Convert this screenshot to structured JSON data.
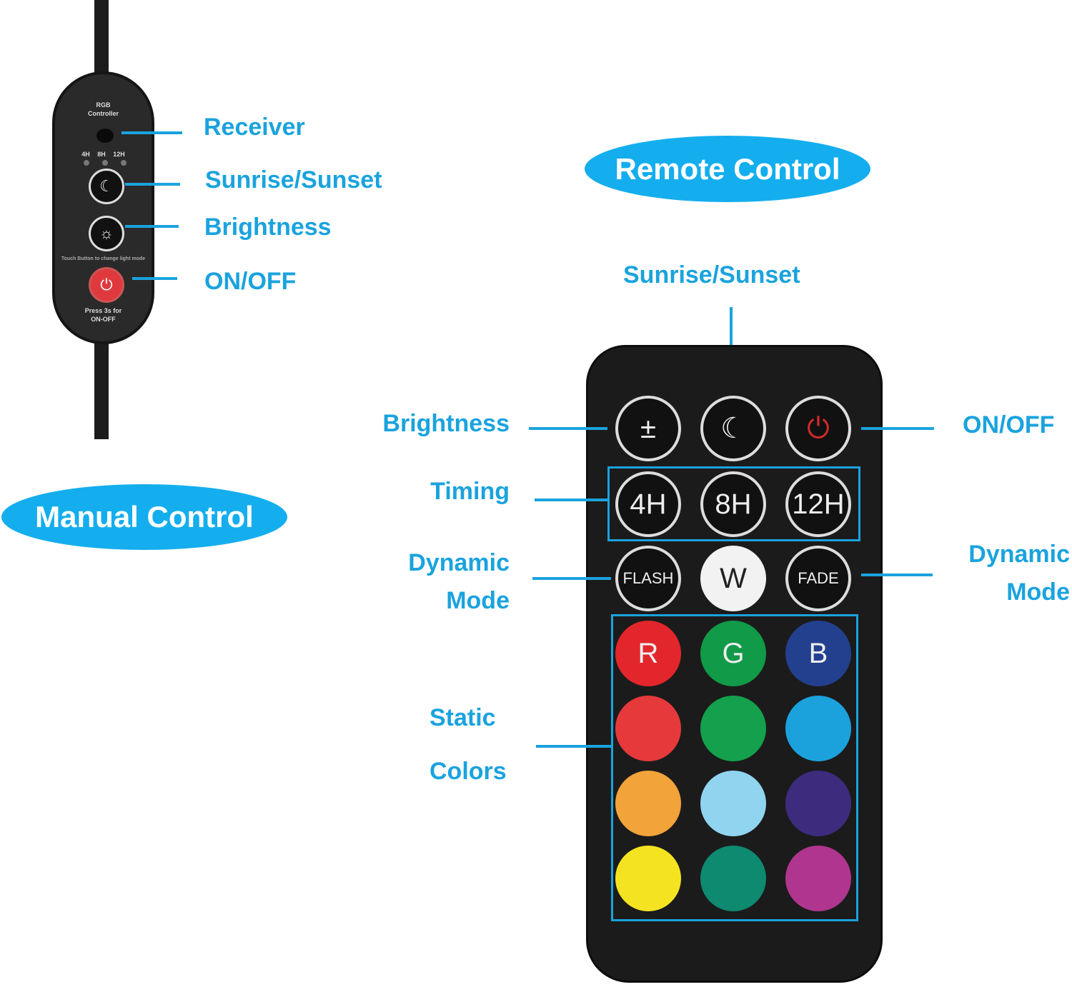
{
  "manual": {
    "title": "Manual Control",
    "controller": {
      "brand_line1": "RGB",
      "brand_line2": "Controller",
      "timers": [
        "4H",
        "8H",
        "12H"
      ],
      "touch_text": "Touch Button to change light mode",
      "press_line1": "Press 3s for",
      "press_line2": "ON-OFF"
    },
    "labels": {
      "receiver": "Receiver",
      "sunrise": "Sunrise/Sunset",
      "brightness": "Brightness",
      "onoff": "ON/OFF"
    }
  },
  "remote": {
    "title": "Remote Control",
    "labels": {
      "sunrise": "Sunrise/Sunset",
      "brightness": "Brightness",
      "onoff": "ON/OFF",
      "timing": "Timing",
      "dynamic_left_1": "Dynamic",
      "dynamic_left_2": "Mode",
      "dynamic_right_1": "Dynamic",
      "dynamic_right_2": "Mode",
      "static_1": "Static",
      "static_2": "Colors"
    },
    "buttons": [
      {
        "name": "brightness-button",
        "text": "±",
        "icon": "brightness-icon",
        "ring": true
      },
      {
        "name": "sunrise-sunset-button",
        "text": "☾",
        "icon": "moon-sun-icon",
        "ring": true
      },
      {
        "name": "power-button",
        "text": "⏻",
        "icon": "power-icon",
        "ring": true,
        "color": "#d42a2a"
      },
      {
        "name": "timer-4h-button",
        "text": "4H",
        "ring": true
      },
      {
        "name": "timer-8h-button",
        "text": "8H",
        "ring": true
      },
      {
        "name": "timer-12h-button",
        "text": "12H",
        "ring": true
      },
      {
        "name": "flash-button",
        "text": "FLASH",
        "ring": true,
        "small": true
      },
      {
        "name": "white-button",
        "text": "W",
        "bg": "#f2f2f2",
        "color": "#222"
      },
      {
        "name": "fade-button",
        "text": "FADE",
        "ring": true,
        "small": true
      },
      {
        "name": "red-button",
        "text": "R",
        "bg": "#e3262b"
      },
      {
        "name": "green-button",
        "text": "G",
        "bg": "#119a48"
      },
      {
        "name": "blue-button",
        "text": "B",
        "bg": "#23408f"
      },
      {
        "name": "color-button",
        "text": "",
        "bg": "#e6393c"
      },
      {
        "name": "color-button",
        "text": "",
        "bg": "#14a04c"
      },
      {
        "name": "color-button",
        "text": "",
        "bg": "#1ba2dc"
      },
      {
        "name": "color-button",
        "text": "",
        "bg": "#f2a33a"
      },
      {
        "name": "color-button",
        "text": "",
        "bg": "#90d4f0"
      },
      {
        "name": "color-button",
        "text": "",
        "bg": "#3d2b7d"
      },
      {
        "name": "color-button",
        "text": "",
        "bg": "#f4e320"
      },
      {
        "name": "color-button",
        "text": "",
        "bg": "#0d8a70"
      },
      {
        "name": "color-button",
        "text": "",
        "bg": "#b0358f"
      }
    ]
  },
  "colors": {
    "accent": "#1aa3de",
    "ellipse": "#14aeee",
    "device": "#1b1b1b"
  }
}
